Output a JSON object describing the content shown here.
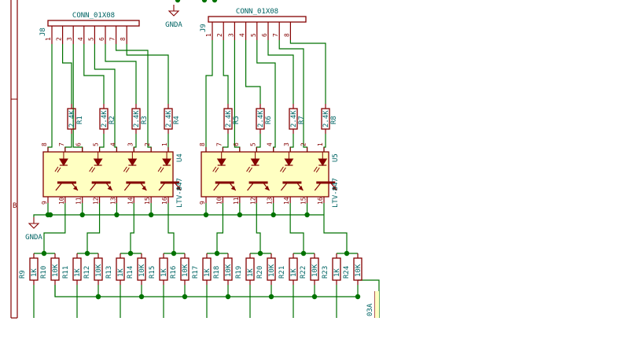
{
  "colors": {
    "wire": "#007200",
    "part": "#840000",
    "label": "#006464",
    "junction": "#007200",
    "ic_fill": "#ffffc2",
    "border": "#840000"
  },
  "border_label": "B",
  "connectors": [
    {
      "ref": "J8",
      "value": "CONN_01X08",
      "pins": [
        "1",
        "2",
        "3",
        "4",
        "5",
        "6",
        "7",
        "8"
      ]
    },
    {
      "ref": "J9",
      "value": "CONN_01X08",
      "pins": [
        "1",
        "2",
        "3",
        "4",
        "5",
        "6",
        "7",
        "8"
      ]
    }
  ],
  "power": [
    {
      "name": "GNDA"
    },
    {
      "name": "GNDA"
    }
  ],
  "input_resistors": [
    {
      "ref": "R1",
      "value": "2.4K"
    },
    {
      "ref": "R2",
      "value": "2.4K"
    },
    {
      "ref": "R3",
      "value": "2.4K"
    },
    {
      "ref": "R4",
      "value": "2.4K"
    },
    {
      "ref": "R5",
      "value": "2.4K"
    },
    {
      "ref": "R6",
      "value": "2.4K"
    },
    {
      "ref": "R7",
      "value": "2.4K"
    },
    {
      "ref": "R8",
      "value": "2.4K"
    }
  ],
  "optocouplers": [
    {
      "ref": "U4",
      "value": "LTV-847",
      "top_pins": [
        "8",
        "7",
        "6",
        "5",
        "4",
        "3",
        "2",
        "1"
      ],
      "bottom_pins": [
        "9",
        "10",
        "11",
        "12",
        "13",
        "14",
        "15",
        "16"
      ]
    },
    {
      "ref": "U5",
      "value": "LTV-847",
      "top_pins": [
        "8",
        "7",
        "6",
        "5",
        "4",
        "3",
        "2",
        "1"
      ],
      "bottom_pins": [
        "9",
        "10",
        "11",
        "12",
        "13",
        "14",
        "15",
        "16"
      ]
    }
  ],
  "output_resistors": [
    {
      "ref": "R9",
      "value": "1K"
    },
    {
      "ref": "R10",
      "value": "10K"
    },
    {
      "ref": "R11",
      "value": "1K"
    },
    {
      "ref": "R12",
      "value": "10K"
    },
    {
      "ref": "R13",
      "value": "1K"
    },
    {
      "ref": "R14",
      "value": "10K"
    },
    {
      "ref": "R15",
      "value": "1K"
    },
    {
      "ref": "R16",
      "value": "10K"
    },
    {
      "ref": "R17",
      "value": "1K"
    },
    {
      "ref": "R18",
      "value": "10K"
    },
    {
      "ref": "R19",
      "value": "1K"
    },
    {
      "ref": "R20",
      "value": "10K"
    },
    {
      "ref": "R21",
      "value": "1K"
    },
    {
      "ref": "R22",
      "value": "10K"
    },
    {
      "ref": "R23",
      "value": "1K"
    },
    {
      "ref": "R24",
      "value": "10K"
    }
  ],
  "partial_label": "03A"
}
